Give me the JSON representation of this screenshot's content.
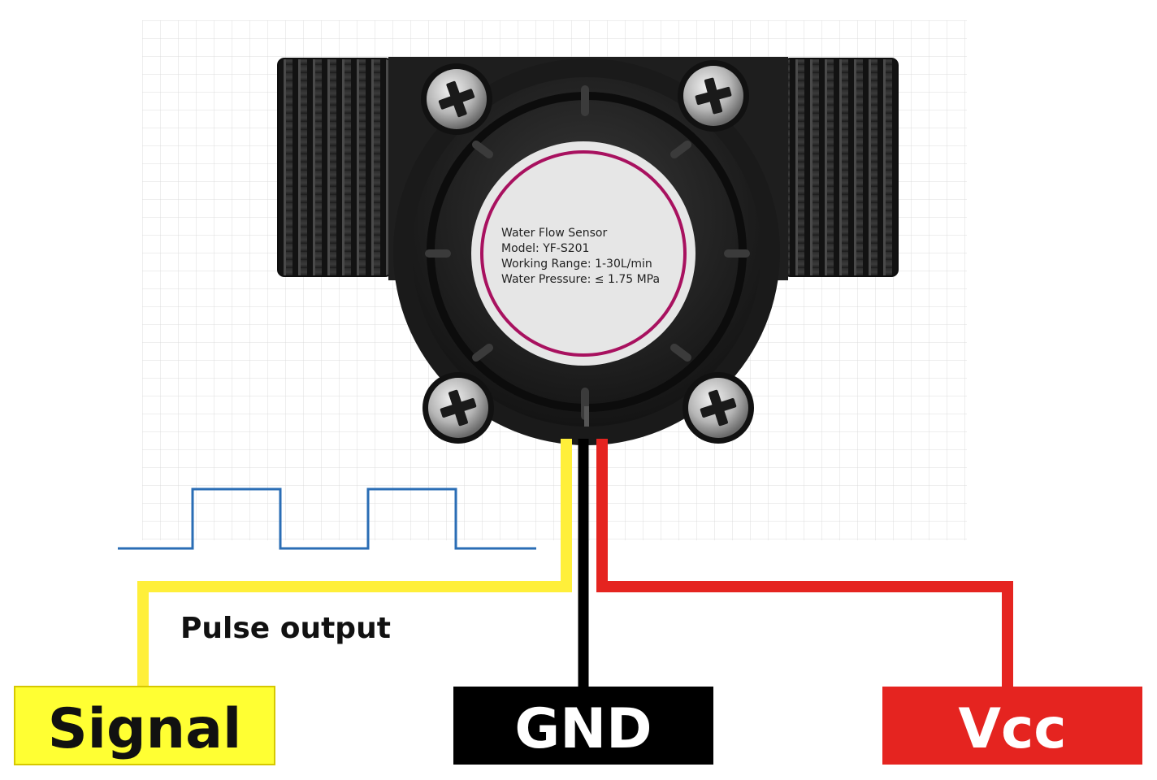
{
  "sensor": {
    "label_lines": [
      "Water Flow Sensor",
      "Model: YF-S201",
      "Working Range: 1-30L/min",
      "Water Pressure: ≤ 1.75 MPa"
    ],
    "screw_icon": "phillips-screw-icon"
  },
  "annotation": {
    "pulse_output": "Pulse output"
  },
  "pins": {
    "signal": {
      "label": "Signal",
      "color": "#ffff00"
    },
    "gnd": {
      "label": "GND",
      "color": "#000000"
    },
    "vcc": {
      "label": "Vcc",
      "color": "#e02020"
    }
  },
  "colors": {
    "grid": "#d9d9d9",
    "sensor_body": "#222222",
    "label_ring": "#a8115f",
    "pulse_wave": "#2a6db5",
    "signal_wire": "#ffef3a",
    "gnd_wire": "#000000",
    "vcc_wire": "#e52420"
  }
}
